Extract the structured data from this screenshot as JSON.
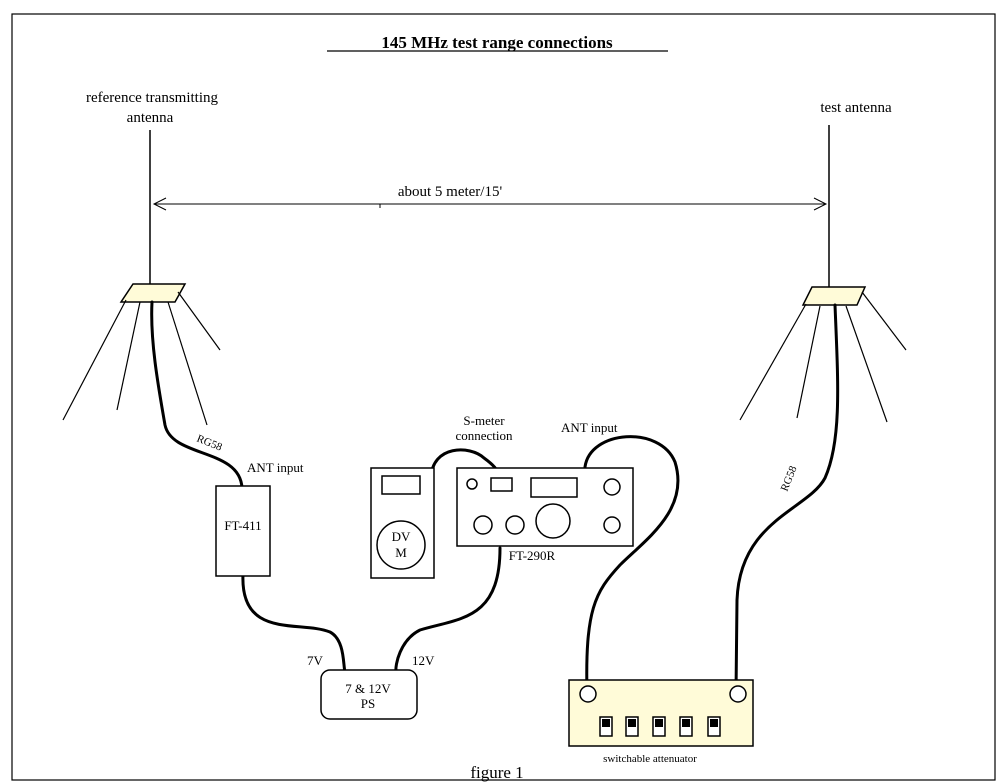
{
  "title": "145 MHz test range connections",
  "figure_caption": "figure 1",
  "left_antenna": {
    "label_line1": "reference transmitting",
    "label_line2": "antenna"
  },
  "right_antenna": {
    "label": "test antenna"
  },
  "distance": {
    "label": "about 5 meter/15'"
  },
  "cables": {
    "left_coax": "RG58",
    "right_coax": "RG58",
    "ft411_input": "ANT input",
    "ft290_input": "ANT input",
    "smeter_line1": "S-meter",
    "smeter_line2": "connection",
    "volt7": "7V",
    "volt12": "12V"
  },
  "devices": {
    "ft411": "FT-411",
    "dvm_line1": "DV",
    "dvm_line2": "M",
    "ft290r": "FT-290R",
    "ps_line1": "7 & 12V",
    "ps_line2": "PS",
    "attenuator": "switchable attenuator"
  }
}
